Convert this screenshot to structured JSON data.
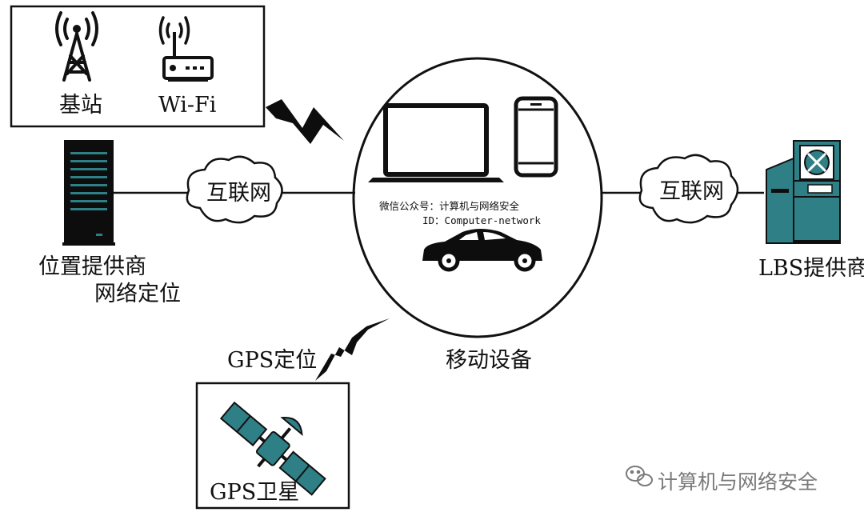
{
  "colors": {
    "teal": "#2f7f86",
    "dark": "#0d0d0d",
    "line": "#111111",
    "watermark": "#7a7a7a"
  },
  "labels": {
    "base_station": "基站",
    "wifi": "Wi-Fi",
    "position_provider_line1": "位置提供商",
    "position_provider_line2": "网络定位",
    "internet_left": "互联网",
    "internet_right": "互联网",
    "mobile_device": "移动设备",
    "lbs_provider": "LBS提供商",
    "gps_positioning": "GPS定位",
    "gps_satellite": "GPS卫星",
    "wechat_account": "微信公众号：计算机与网络安全",
    "wechat_id": "ID：Computer-network",
    "watermark": "计算机与网络安全"
  },
  "icons": [
    "cell-tower-icon",
    "wifi-router-icon",
    "server-rack-icon",
    "laptop-icon",
    "smartphone-icon",
    "car-icon",
    "lbs-server-icon",
    "satellite-icon",
    "lightning-bolt-icon",
    "wechat-icon"
  ]
}
